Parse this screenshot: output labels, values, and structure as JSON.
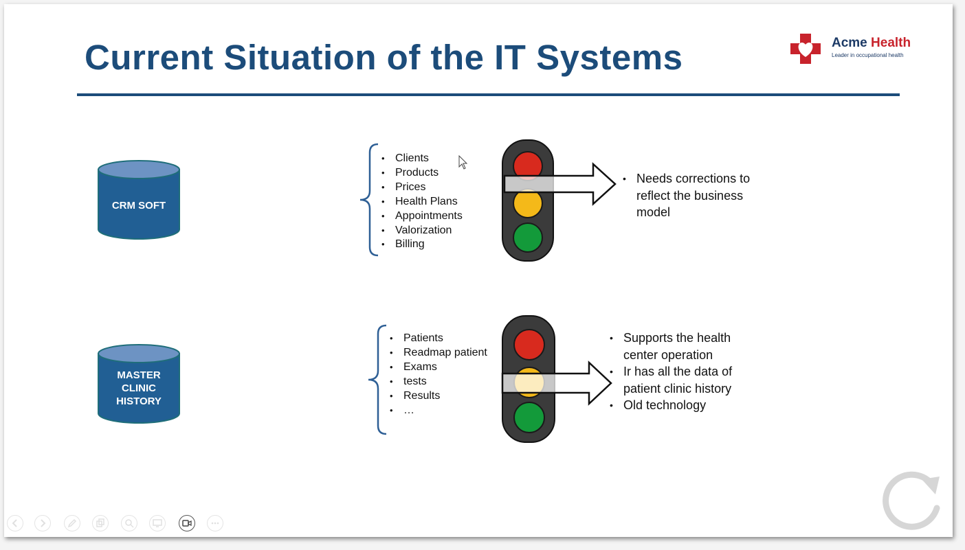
{
  "slide": {
    "title": "Current Situation of the IT Systems"
  },
  "logo": {
    "name_part1": "Acme",
    "name_part2": "Health",
    "tagline": "Leader in occupational health",
    "colors": {
      "cross": "#c8232c",
      "text": "#1c3a66"
    }
  },
  "colors": {
    "title": "#1c4c7a",
    "database_fill": "#215f94",
    "database_top": "#6d93c3",
    "database_outline": "#1f6e7a",
    "brace": "#2e5f95",
    "light_red": "#d82a1e",
    "light_yellow": "#f4b919",
    "light_green": "#139a3a"
  },
  "systems": [
    {
      "database_label": "CRM SOFT",
      "features": [
        "Clients",
        "Products",
        "Prices",
        "Health Plans",
        "Appointments",
        "Valorization",
        "Billing"
      ],
      "highlighted_light": "red",
      "notes": [
        "Needs corrections to reflect the business model"
      ]
    },
    {
      "database_label_lines": [
        "MASTER",
        "CLINIC",
        "HISTORY"
      ],
      "features": [
        "Patients",
        "Readmap patient",
        "Exams",
        "tests",
        "Results",
        "…"
      ],
      "highlighted_light": "yellow",
      "notes": [
        "Supports the health center operation",
        "Ir has all the data of patient clinic history",
        "Old technology"
      ]
    }
  ],
  "toolbar_icons": [
    "previous-icon",
    "next-icon",
    "pen-icon",
    "copy-icon",
    "zoom-icon",
    "screen-icon",
    "camera-icon",
    "more-icon"
  ],
  "toolbar_active": "camera-icon"
}
